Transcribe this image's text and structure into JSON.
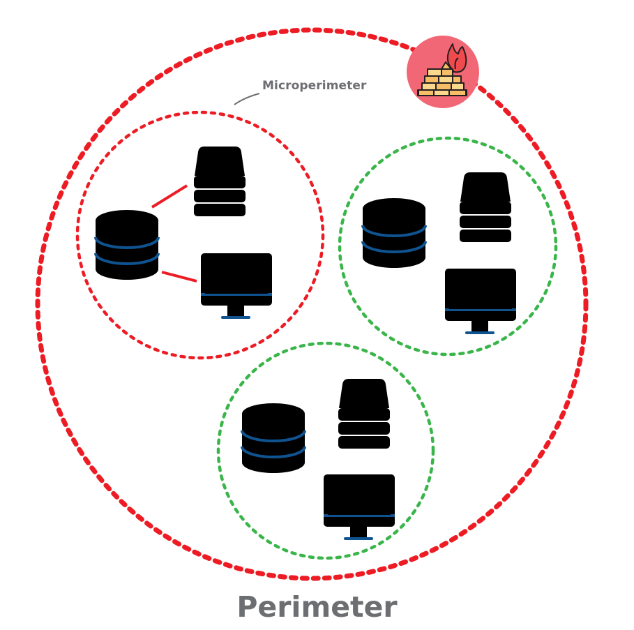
{
  "labels": {
    "perimeter": "Perimeter",
    "microperimeter": "Microperimeter"
  },
  "colors": {
    "perimeter_red": "#ed1c24",
    "segment_green": "#39b54a",
    "device_outline": "#0f5390",
    "compromised_fill": "#f4939b",
    "accent_cyan": "#1fb5d4",
    "label_gray": "#6d6e71",
    "firewall_badge": "#f26775",
    "brick_light": "#fbd88c",
    "brick_dark": "#f7bd67",
    "flame": "#ef4a4e"
  },
  "zones": [
    {
      "name": "perimeter",
      "style": "red-dotted"
    },
    {
      "name": "microperimeter-compromised",
      "style": "red-dotted",
      "devices": [
        "database",
        "server",
        "monitor"
      ],
      "state": "compromised"
    },
    {
      "name": "segment-right",
      "style": "green-dotted",
      "devices": [
        "database",
        "server",
        "monitor"
      ],
      "state": "secure"
    },
    {
      "name": "segment-bottom",
      "style": "green-dotted",
      "devices": [
        "database",
        "server",
        "monitor"
      ],
      "state": "secure"
    }
  ],
  "icons": {
    "firewall": "firewall-icon",
    "database": "database-icon",
    "server": "server-icon",
    "monitor": "monitor-icon"
  }
}
